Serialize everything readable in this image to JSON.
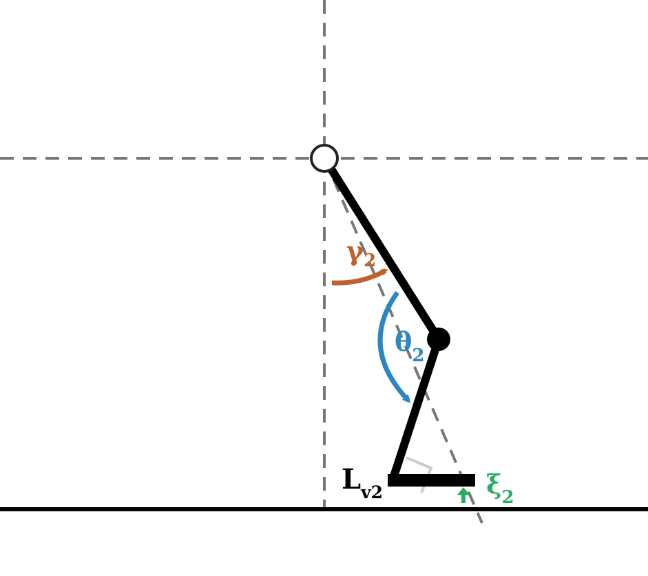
{
  "labels": {
    "gamma": {
      "symbol": "γ",
      "subscript": "2"
    },
    "theta": {
      "symbol": "θ",
      "subscript": "2"
    },
    "xi": {
      "symbol": "ξ",
      "subscript": "2"
    },
    "lv": {
      "symbol": "L",
      "subscript": "v2"
    }
  },
  "colors": {
    "gamma": "#c0602c",
    "theta": "#2e86c1",
    "xi": "#27ae60",
    "link": "#000000",
    "reference": "#777777",
    "right_angle": "#cccccc"
  }
}
